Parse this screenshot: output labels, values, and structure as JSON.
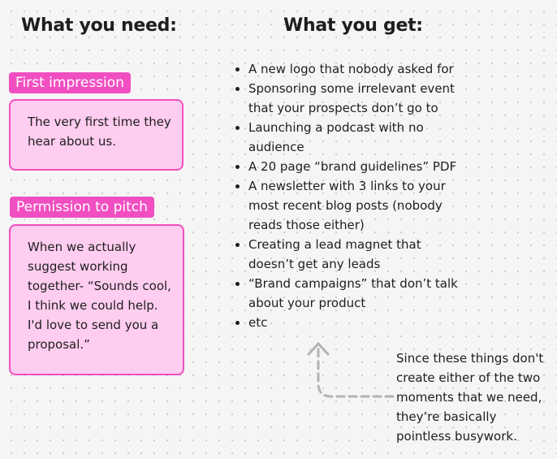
{
  "left": {
    "heading": "What you need:",
    "sections": [
      {
        "tag": "First impression",
        "text": "The very first time they hear about us."
      },
      {
        "tag": "Permission to pitch",
        "text": "When we actually suggest working together- “Sounds cool, I think we could help. I'd love to send you a proposal.”"
      }
    ]
  },
  "right": {
    "heading": "What you get:",
    "items": [
      "A new logo that nobody asked for",
      "Sponsoring some irrelevant event that your prospects don’t go to",
      "Launching a podcast with no audience",
      "A 20 page “brand guidelines” PDF",
      "A newsletter with 3 links to your most recent blog posts (nobody reads those either)",
      "Creating a lead magnet that doesn’t get any leads",
      "“Brand campaigns” that don’t talk about your product",
      "etc"
    ]
  },
  "note": {
    "text": "Since these things don't create either of the two moments that we need, they’re basically pointless busywork."
  },
  "colors": {
    "accent": "#f14fc1",
    "card_fill": "#ffcdef",
    "arrow": "#b3b3b3",
    "background": "#f5f5f5"
  }
}
